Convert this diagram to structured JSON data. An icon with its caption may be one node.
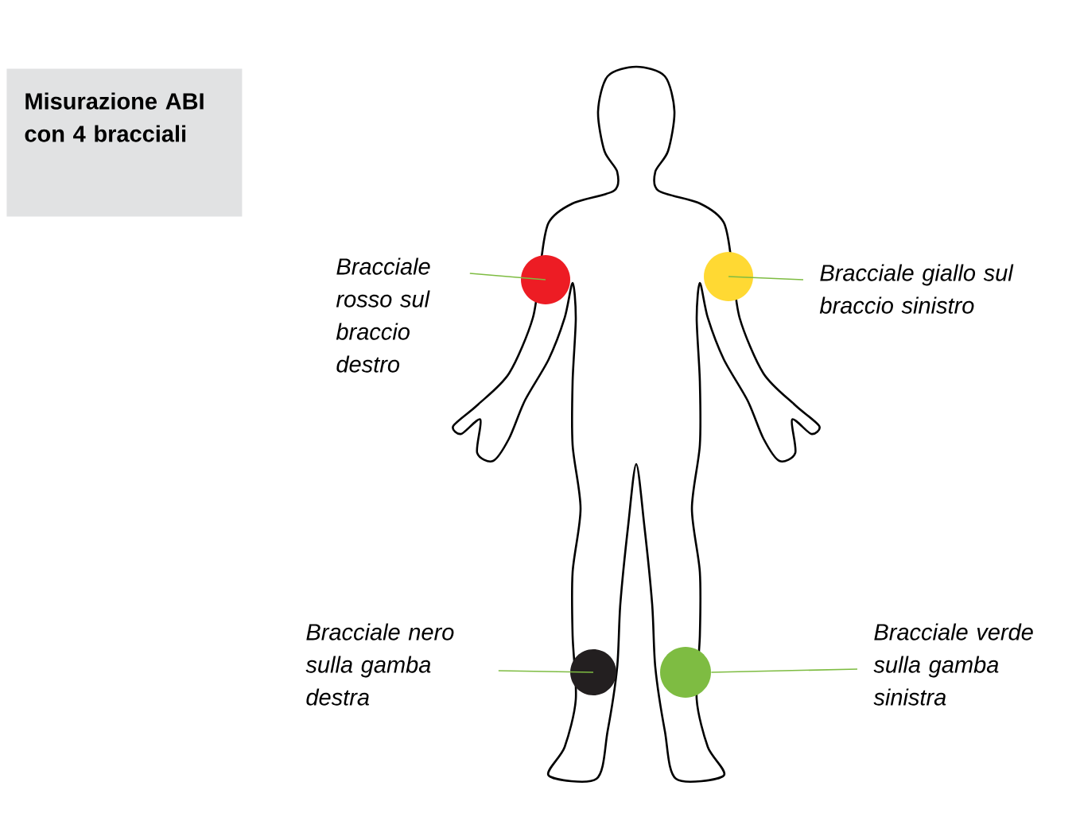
{
  "diagram": {
    "title": "Misurazione ABI con 4 bracciali",
    "nodes": [
      {
        "text": [
          "Bracciale rosso sul braccio destro"
        ]
      },
      {
        "text": [],
        "shape": "circle"
      },
      {
        "text": [],
        "shape": "circle"
      },
      {
        "text": [
          "Bracciale giallo sul braccio sinistro"
        ]
      },
      {
        "text": [
          "Bracciale nero sulla gamba destra"
        ]
      },
      {
        "text": [],
        "shape": "circle"
      },
      {
        "text": [],
        "shape": "circle"
      },
      {
        "text": [
          "Bracciale verde sulla gamba sinistra"
        ]
      }
    ],
    "edges": [
      {
        "from": 0,
        "to": 1,
        "arrow": "none"
      },
      {
        "from": 3,
        "to": 2,
        "arrow": "none"
      },
      {
        "from": 4,
        "to": 5,
        "arrow": "none"
      },
      {
        "from": 7,
        "to": 6,
        "arrow": "none"
      }
    ]
  }
}
